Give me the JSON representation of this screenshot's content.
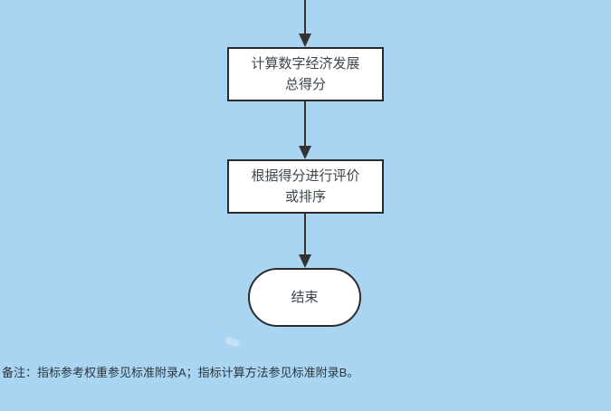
{
  "colors": {
    "background": "#a9d5f2",
    "node_fill": "#ffffff",
    "node_border": "#2b2b2b",
    "arrow": "#333333",
    "node_text": "#3d464d",
    "note_text": "#2d353c"
  },
  "flowchart": {
    "nodes": [
      {
        "id": "calc-total-score",
        "type": "process",
        "line1": "计算数字经济发展",
        "line2": "总得分"
      },
      {
        "id": "evaluate-or-rank",
        "type": "process",
        "line1": "根据得分进行评价",
        "line2": "或排序"
      },
      {
        "id": "end",
        "type": "terminator",
        "label": "结束"
      }
    ],
    "connectors": [
      {
        "from": "top-edge",
        "to": "calc-total-score"
      },
      {
        "from": "calc-total-score",
        "to": "evaluate-or-rank"
      },
      {
        "from": "evaluate-or-rank",
        "to": "end"
      }
    ]
  },
  "note": {
    "text": "备注：指标参考权重参见标准附录A；指标计算方法参见标准附录B。"
  }
}
